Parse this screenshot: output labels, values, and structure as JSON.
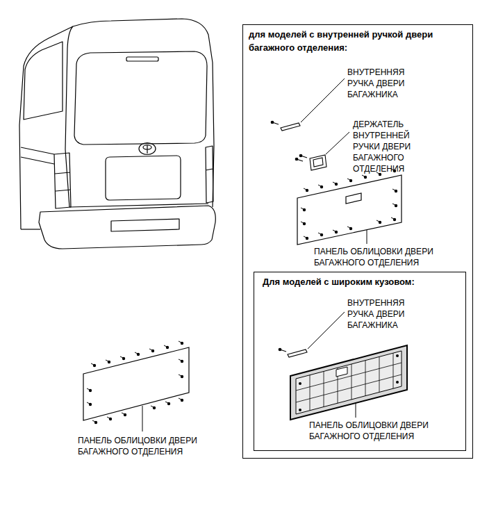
{
  "diagram": {
    "nodes": [
      {
        "text": [
          "для моделей с внутренней ручкой двери багажного отделения:"
        ]
      },
      {
        "text": [
          "Для моделей с широким кузовом:"
        ],
        "in": 0
      }
    ],
    "labels": [
      "ВНУТРЕННЯЯ РУЧКА ДВЕРИ БАГАЖНИКА",
      "ДЕРЖАТЕЛЬ ВНУТРЕННЕЙ РУЧКИ ДВЕРИ БАГАЖНОГО ОТДЕЛЕНИЯ",
      "ПАНЕЛЬ ОБЛИЦОВКИ ДВЕРИ БАГАЖНОГО ОТДЕЛЕНИЯ",
      "ВНУТРЕННЯЯ РУЧКА ДВЕРИ БАГАЖНИКА",
      "ПАНЕЛЬ ОБЛИЦОВКИ ДВЕРИ БАГАЖНОГО ОТДЕЛЕНИЯ",
      "ПАНЕЛЬ ОБЛИЦОВКИ ДВЕРИ БАГАЖНОГО ОТДЕЛЕНИЯ"
    ]
  }
}
